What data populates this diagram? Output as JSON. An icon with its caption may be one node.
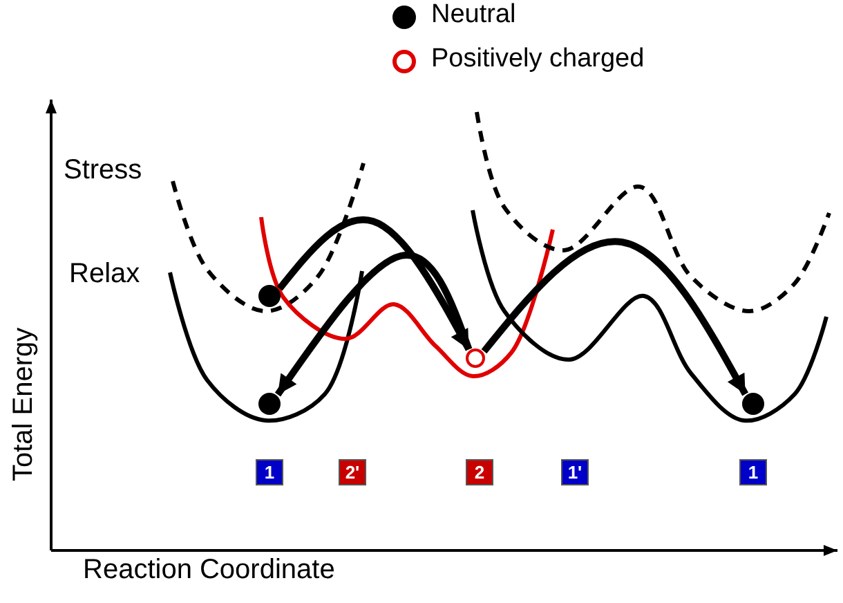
{
  "diagram": {
    "nodes": [
      {
        "text": [],
        "shape": "circle"
      },
      {
        "text": [],
        "shape": "circle"
      },
      {
        "text": [],
        "shape": "circle"
      },
      {
        "text": [],
        "shape": "circle"
      },
      {
        "text": [
          "1"
        ]
      },
      {
        "text": [
          "2'"
        ]
      },
      {
        "text": [
          "2"
        ]
      },
      {
        "text": [
          "1'"
        ]
      },
      {
        "text": [
          "1"
        ]
      }
    ],
    "edges": [
      {
        "from": 0,
        "to": 1,
        "arrow": "to"
      },
      {
        "from": 1,
        "to": 2,
        "arrow": "to"
      },
      {
        "from": 1,
        "to": 3,
        "arrow": "to"
      }
    ],
    "labels": [
      "Stress",
      "Relax",
      "Total Energy",
      "Reaction Coordinate"
    ],
    "legend": [
      {
        "text": "Neutral"
      },
      {
        "text": "Positively charged"
      }
    ]
  }
}
